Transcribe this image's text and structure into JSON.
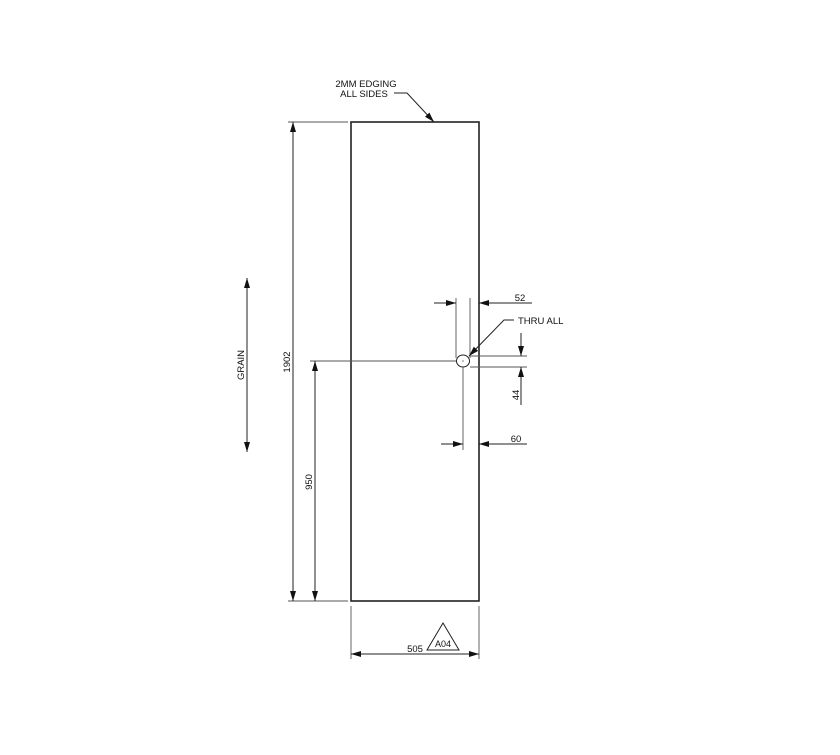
{
  "drawing": {
    "panel": {
      "width_mm": "505",
      "height_mm": "1902"
    },
    "notes": {
      "edging_line1": "2MM EDGING",
      "edging_line2": "ALL SIDES",
      "hole_note": "THRU ALL",
      "grain": "GRAIN"
    },
    "dimensions": {
      "overall_height": "1902",
      "hole_height_from_bottom": "950",
      "overall_width": "505",
      "hole_offset_top": "52",
      "hole_offset_bottom": "60",
      "hole_vertical": "44"
    },
    "revision_tag": "A04",
    "colors": {
      "line": "#222222",
      "background": "#ffffff"
    }
  }
}
